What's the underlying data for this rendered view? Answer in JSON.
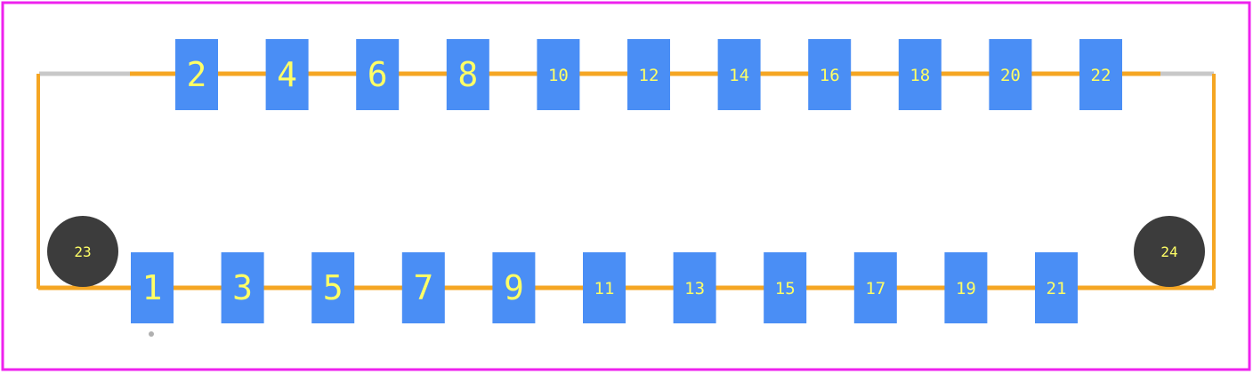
{
  "colors": {
    "background": "#ffffff",
    "boundary": "#ee22ee",
    "outline": "#f5a623",
    "outline_end": "#c8c8c8",
    "pad": "#4a8ef5",
    "mount_hole": "#3c3c3c",
    "label": "#ffff66"
  },
  "pads_top": [
    {
      "label": "2"
    },
    {
      "label": "4"
    },
    {
      "label": "6"
    },
    {
      "label": "8"
    },
    {
      "label": "10"
    },
    {
      "label": "12"
    },
    {
      "label": "14"
    },
    {
      "label": "16"
    },
    {
      "label": "18"
    },
    {
      "label": "20"
    },
    {
      "label": "22"
    }
  ],
  "pads_bottom": [
    {
      "label": "1"
    },
    {
      "label": "3"
    },
    {
      "label": "5"
    },
    {
      "label": "7"
    },
    {
      "label": "9"
    },
    {
      "label": "11"
    },
    {
      "label": "13"
    },
    {
      "label": "15"
    },
    {
      "label": "17"
    },
    {
      "label": "19"
    },
    {
      "label": "21"
    }
  ],
  "mount_holes": [
    {
      "label": "23"
    },
    {
      "label": "24"
    }
  ]
}
